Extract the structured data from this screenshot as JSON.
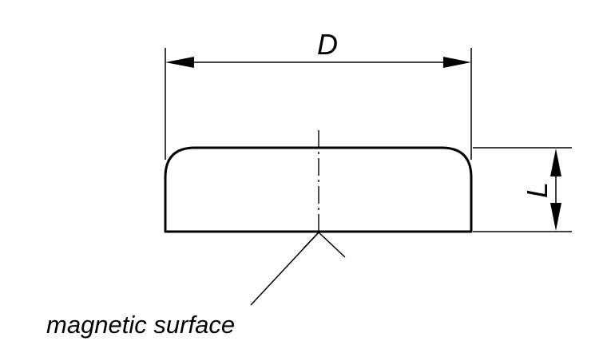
{
  "labels": {
    "diameter": "D",
    "length": "L",
    "callout": "magnetic surface"
  },
  "colors": {
    "line": "#000000",
    "background": "#ffffff"
  }
}
